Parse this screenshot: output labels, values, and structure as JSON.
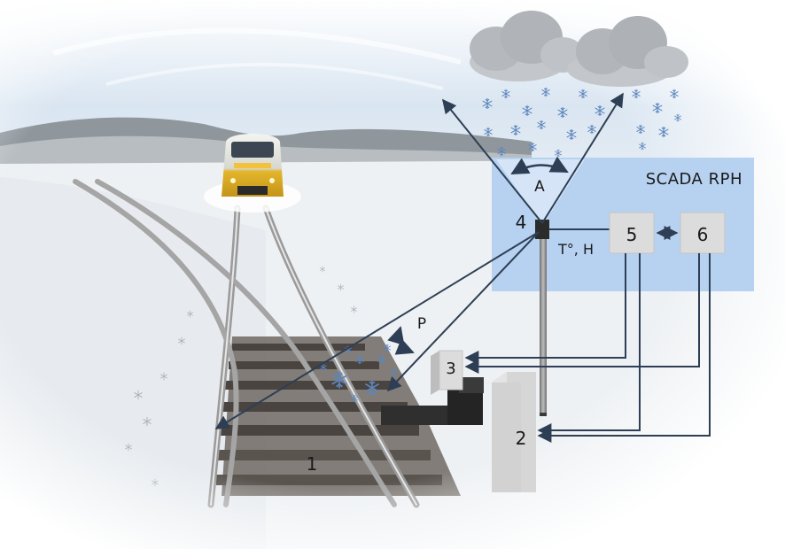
{
  "diagram": {
    "panel_title": "SCADA RPH",
    "labels": {
      "rail": "1",
      "cabinet": "2",
      "heater_unit": "3",
      "sensor": "4",
      "unit5": "5",
      "unit6": "6",
      "angle_a": "A",
      "angle_p": "P",
      "temp_humidity": "T°, H"
    }
  },
  "colors": {
    "panel": "#b7d2f1",
    "arrow": "#2e3f55",
    "box": "#dcdcdc",
    "snowflake": "#5d86bd",
    "cloud": "#b5b8bc",
    "sky": "#dfe9f3",
    "snow": "#eef1f4"
  },
  "icons": [
    "cloud-icon",
    "snowflake-icon",
    "train-icon",
    "sensor-icon"
  ]
}
